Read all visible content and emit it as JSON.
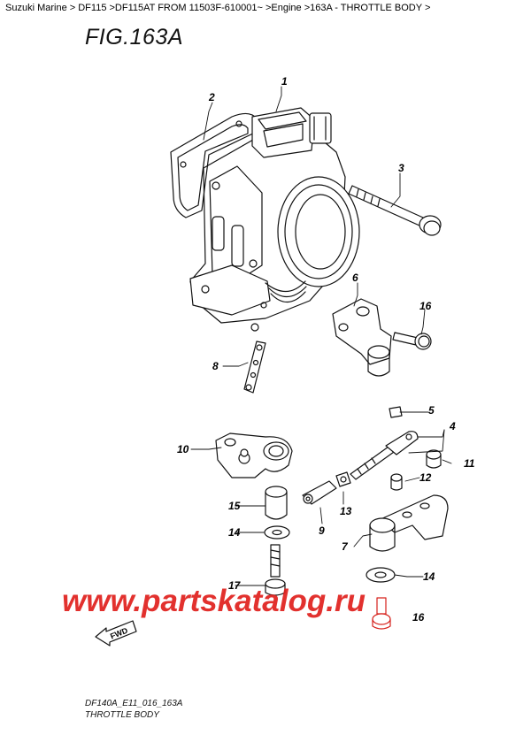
{
  "breadcrumb": "Suzuki Marine > DF115 >DF115AT FROM 11503F-610001~ >Engine >163A - THROTTLE BODY >",
  "figure_title": "FIG.163A",
  "parts": [
    {
      "label": "1"
    },
    {
      "label": "2"
    },
    {
      "label": "3"
    },
    {
      "label": "4"
    },
    {
      "label": "5"
    },
    {
      "label": "6"
    },
    {
      "label": "7"
    },
    {
      "label": "8"
    },
    {
      "label": "9"
    },
    {
      "label": "10"
    },
    {
      "label": "11"
    },
    {
      "label": "12"
    },
    {
      "label": "13"
    },
    {
      "label": "14"
    },
    {
      "label": "14"
    },
    {
      "label": "15"
    },
    {
      "label": "16"
    },
    {
      "label": "16"
    },
    {
      "label": "17"
    }
  ],
  "fwd_label": "FWD",
  "watermark": "www.partskatalog.ru",
  "footer": {
    "code": "DF140A_E11_016_163A",
    "name": "THROTTLE BODY"
  }
}
